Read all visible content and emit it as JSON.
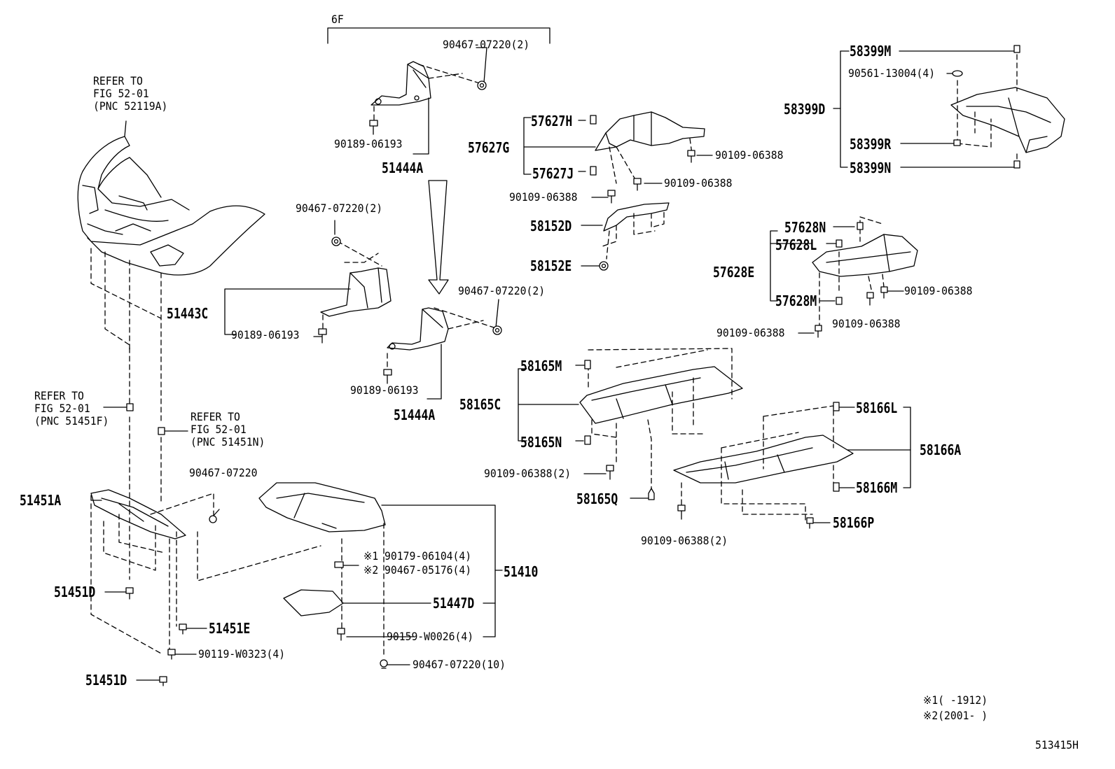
{
  "diagram": {
    "header": {
      "group": "6F"
    },
    "refs": {
      "bumper": [
        "REFER TO",
        "FIG 52-01",
        "(PNC 52119A)"
      ],
      "left": [
        "REFER TO",
        "FIG 52-01",
        "(PNC 51451F)"
      ],
      "right": [
        "REFER TO",
        "FIG 52-01",
        "(PNC 51451N)"
      ]
    },
    "labels": {
      "p51444a_top": "51444A",
      "p51444a_bot": "51444A",
      "p90467_07220_top": "90467-07220(2)",
      "p90189_06193_top": "90189-06193",
      "p90467_07220_mid": "90467-07220(2)",
      "p51443c": "51443C",
      "p90189_06193_mid": "90189-06193",
      "p90467_07220_right": "90467-07220(2)",
      "p90189_06193_bot": "90189-06193",
      "p57627h": "57627H",
      "p57627g": "57627G",
      "p57627j": "57627J",
      "p90109_06388_a": "90109-06388",
      "p90109_06388_b": "90109-06388",
      "p90109_06388_c": "90109-06388",
      "p58152d": "58152D",
      "p58152e": "58152E",
      "p58399m": "58399M",
      "p90561_13004": "90561-13004(4)",
      "p58399d": "58399D",
      "p58399r": "58399R",
      "p58399n": "58399N",
      "p57628n": "57628N",
      "p57628l": "57628L",
      "p57628e": "57628E",
      "p57628m": "57628M",
      "p90109_06388_d": "90109-06388",
      "p90109_06388_e": "90109-06388",
      "p90109_06388_f": "90109-06388",
      "p58165m": "58165M",
      "p58165c": "58165C",
      "p58165n": "58165N",
      "p90109_06388_2a": "90109-06388(2)",
      "p58165q": "58165Q",
      "p58166l": "58166L",
      "p58166a": "58166A",
      "p58166m": "58166M",
      "p58166p": "58166P",
      "p90109_06388_2b": "90109-06388(2)",
      "p90467_07220_single": "90467-07220",
      "p51451a": "51451A",
      "p51451d_a": "51451D",
      "p51451e": "51451E",
      "p90119_w0323": "90119-W0323(4)",
      "p51451d_b": "51451D",
      "p90179_06104": "※1 90179-06104(4)",
      "p90467_05176": "※2 90467-05176(4)",
      "p51410": "51410",
      "p51447d": "51447D",
      "p90159_w0026": "90159-W0026(4)",
      "p90467_07220_10": "90467-07220(10)"
    },
    "notes": {
      "note1": "※1(     -1912)",
      "note2": "※2(2001-     )"
    },
    "footer": {
      "code": "513415H"
    }
  }
}
